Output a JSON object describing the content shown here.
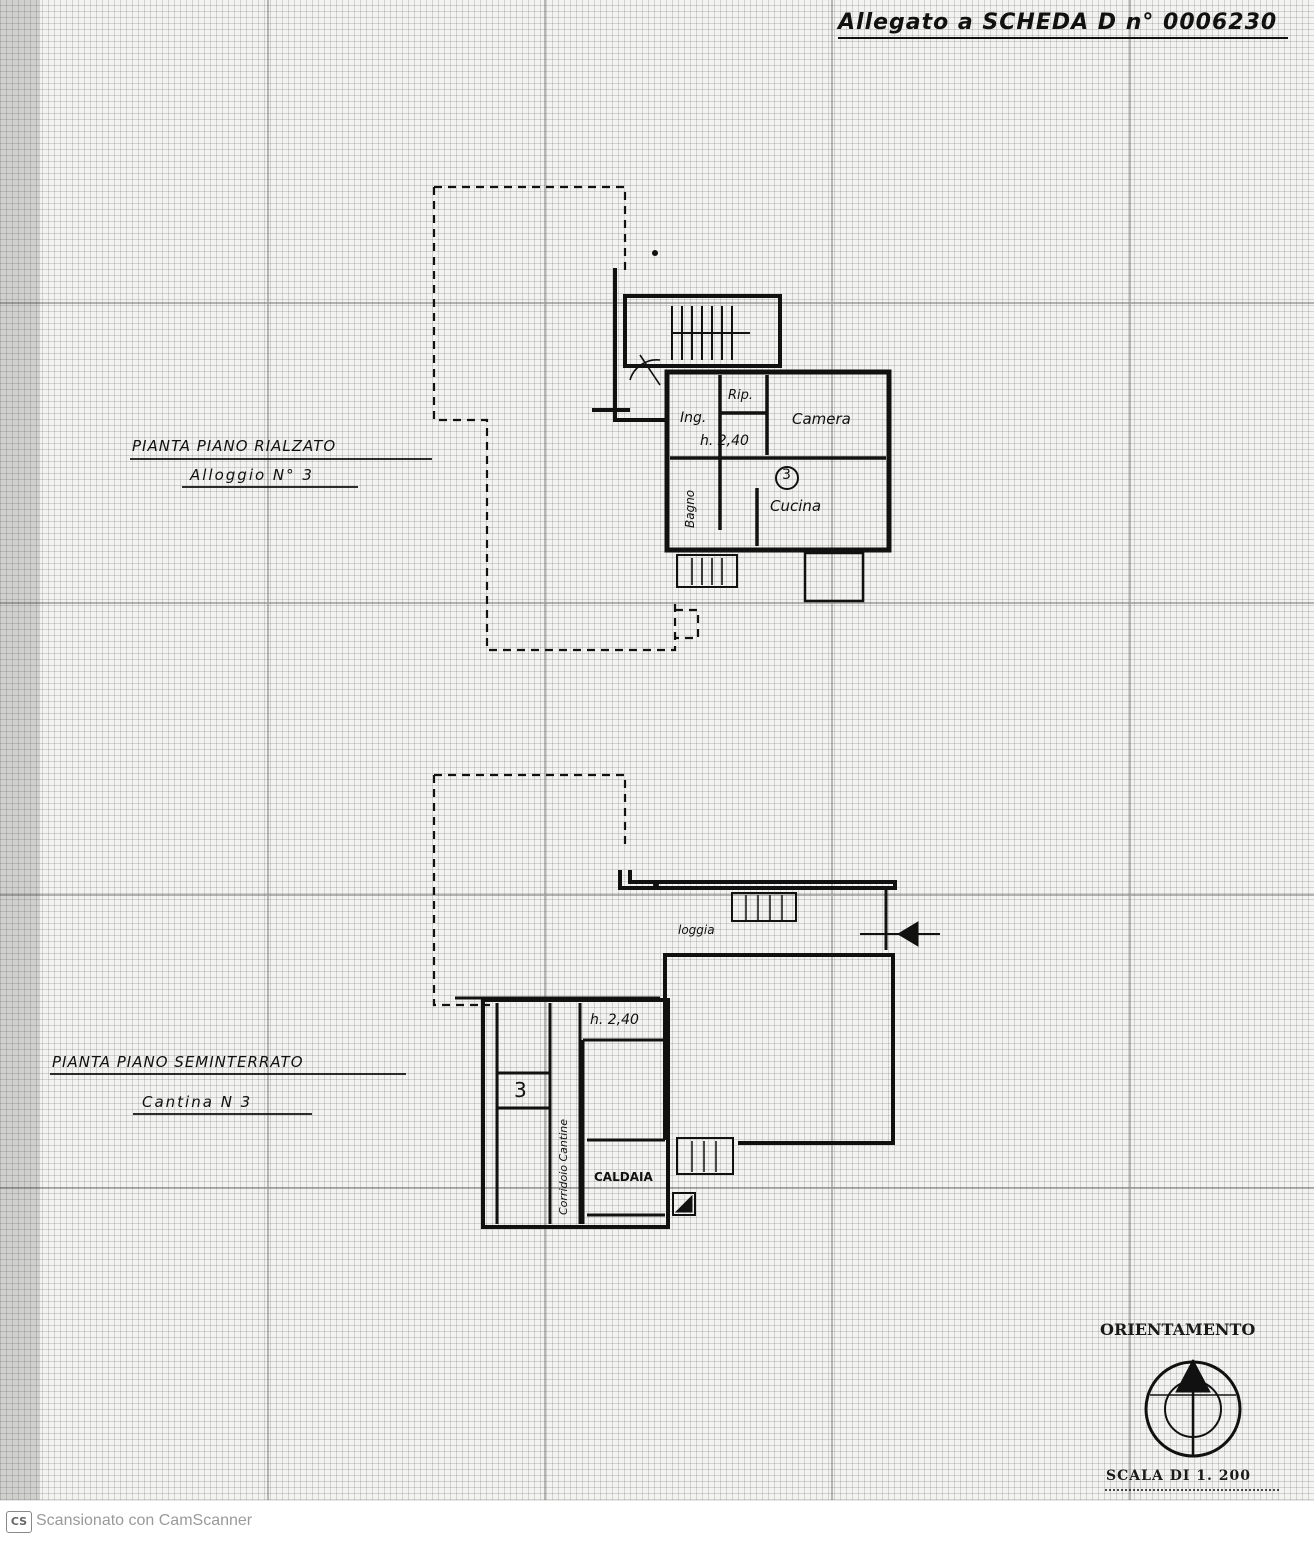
{
  "header": {
    "attachment_ref": "Allegato a SCHEDA D n° 0006230"
  },
  "plan_upper": {
    "title": "PIANTA PIANO RIALZATO",
    "subtitle": "Alloggio N° 3",
    "room_ingresso": "Ing.",
    "room_ripostiglio": "Rip.",
    "room_camera": "Camera",
    "height_label": "h. 2,40",
    "unit_marker": "3",
    "room_bagno": "Bagno",
    "room_cucina": "Cucina"
  },
  "plan_lower": {
    "title": "PIANTA PIANO SEMINTERRATO",
    "subtitle": "Cantina N 3",
    "room_loggia": "loggia",
    "height_label": "h. 2,40",
    "unit_marker": "3",
    "room_corridoio": "Corridoio Cantine",
    "room_caldaia": "CALDAIA"
  },
  "orientation": {
    "label": "ORIENTAMENTO"
  },
  "scale": {
    "label": "SCALA DI 1. 200"
  },
  "scanner": {
    "logo": "CS",
    "text": "Scansionato con CamScanner"
  }
}
